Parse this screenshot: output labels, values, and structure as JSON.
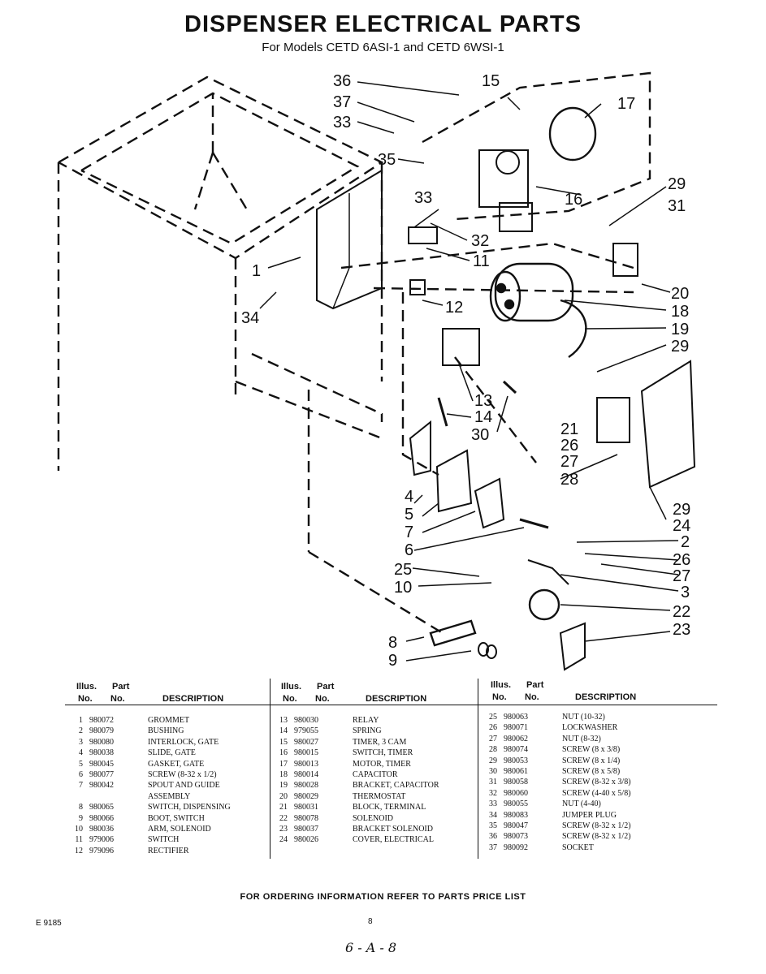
{
  "title": "DISPENSER ELECTRICAL PARTS",
  "subtitle": "For Models CETD 6ASI-1 and CETD 6WSI-1",
  "table_headers": {
    "illus": "Illus.",
    "part": "Part",
    "no1": "No.",
    "no2": "No.",
    "description": "DESCRIPTION"
  },
  "columns": [
    [
      {
        "no": "1",
        "part": "980072",
        "desc": "GROMMET"
      },
      {
        "no": "2",
        "part": "980079",
        "desc": "BUSHING"
      },
      {
        "no": "3",
        "part": "980080",
        "desc": "INTERLOCK, GATE"
      },
      {
        "no": "4",
        "part": "980038",
        "desc": "SLIDE, GATE"
      },
      {
        "no": "5",
        "part": "980045",
        "desc": "GASKET, GATE"
      },
      {
        "no": "6",
        "part": "980077",
        "desc": "SCREW (8-32 x 1/2)"
      },
      {
        "no": "7",
        "part": "980042",
        "desc": "SPOUT AND GUIDE"
      },
      {
        "no": "",
        "part": "",
        "desc": "ASSEMBLY"
      },
      {
        "no": "8",
        "part": "980065",
        "desc": "SWITCH, DISPENSING"
      },
      {
        "no": "9",
        "part": "980066",
        "desc": "BOOT, SWITCH"
      },
      {
        "no": "10",
        "part": "980036",
        "desc": "ARM, SOLENOID"
      },
      {
        "no": "11",
        "part": "979006",
        "desc": "SWITCH"
      },
      {
        "no": "12",
        "part": "979096",
        "desc": "RECTIFIER"
      }
    ],
    [
      {
        "no": "13",
        "part": "980030",
        "desc": "RELAY"
      },
      {
        "no": "14",
        "part": "979055",
        "desc": "SPRING"
      },
      {
        "no": "15",
        "part": "980027",
        "desc": "TIMER, 3 CAM"
      },
      {
        "no": "16",
        "part": "980015",
        "desc": "SWITCH, TIMER"
      },
      {
        "no": "17",
        "part": "980013",
        "desc": "MOTOR, TIMER"
      },
      {
        "no": "18",
        "part": "980014",
        "desc": "CAPACITOR"
      },
      {
        "no": "19",
        "part": "980028",
        "desc": "BRACKET, CAPACITOR"
      },
      {
        "no": "20",
        "part": "980029",
        "desc": "THERMOSTAT"
      },
      {
        "no": "21",
        "part": "980031",
        "desc": "BLOCK, TERMINAL"
      },
      {
        "no": "22",
        "part": "980078",
        "desc": "SOLENOID"
      },
      {
        "no": "23",
        "part": "980037",
        "desc": "BRACKET SOLENOID"
      },
      {
        "no": "24",
        "part": "980026",
        "desc": "COVER, ELECTRICAL"
      }
    ],
    [
      {
        "no": "25",
        "part": "980063",
        "desc": "NUT (10-32)"
      },
      {
        "no": "26",
        "part": "980071",
        "desc": "LOCKWASHER"
      },
      {
        "no": "27",
        "part": "980062",
        "desc": "NUT (8-32)"
      },
      {
        "no": "28",
        "part": "980074",
        "desc": "SCREW (8 x 3/8)"
      },
      {
        "no": "29",
        "part": "980053",
        "desc": "SCREW (8 x 1/4)"
      },
      {
        "no": "30",
        "part": "980061",
        "desc": "SCREW (8 x 5/8)"
      },
      {
        "no": "31",
        "part": "980058",
        "desc": "SCREW (8-32 x 3/8)"
      },
      {
        "no": "32",
        "part": "980060",
        "desc": "SCREW (4-40 x 5/8)"
      },
      {
        "no": "33",
        "part": "980055",
        "desc": "NUT (4-40)"
      },
      {
        "no": "34",
        "part": "980083",
        "desc": "JUMPER PLUG"
      },
      {
        "no": "35",
        "part": "980047",
        "desc": "SCREW (8-32 x 1/2)"
      },
      {
        "no": "36",
        "part": "980073",
        "desc": "SCREW (8-32 x 1/2)"
      },
      {
        "no": "37",
        "part": "980092",
        "desc": "SOCKET"
      }
    ]
  ],
  "footer": "FOR ORDERING INFORMATION REFER TO PARTS PRICE LIST",
  "page_number": "8",
  "doc_code": "E 9185",
  "handwritten": "6 - A - 8"
}
